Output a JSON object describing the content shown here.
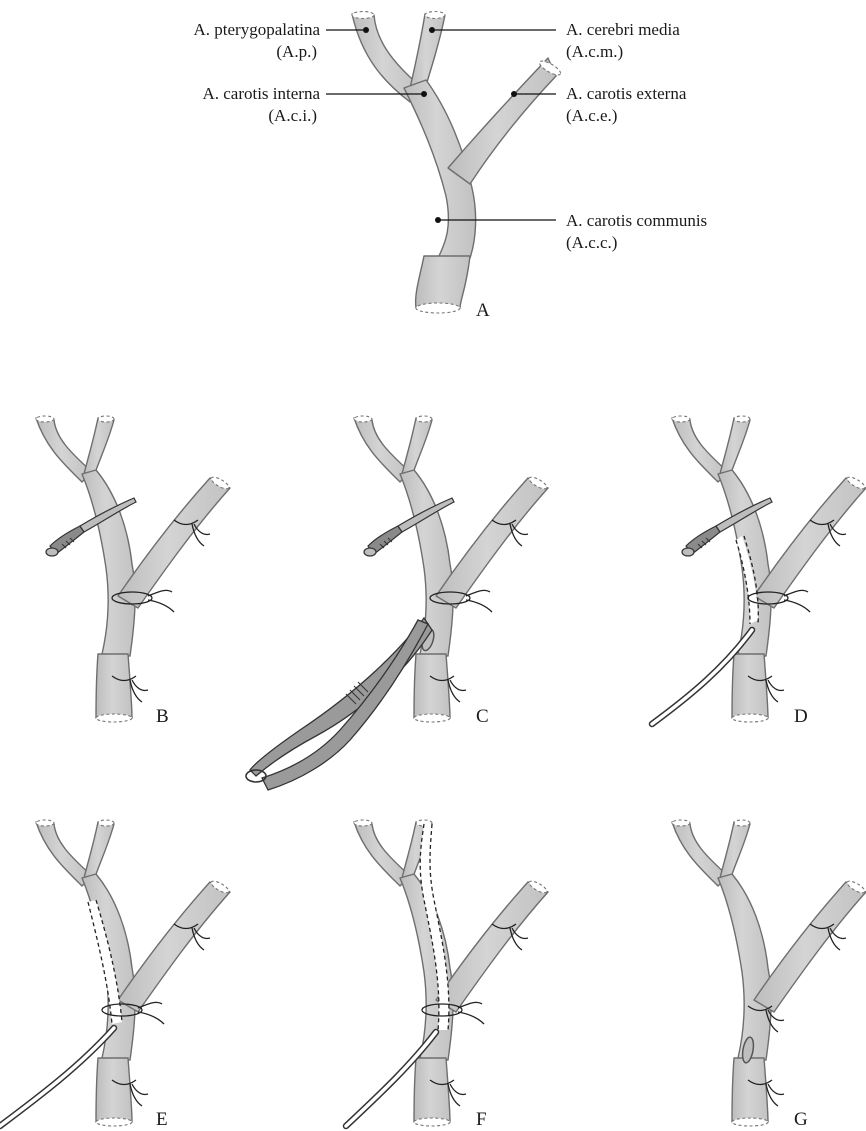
{
  "figure_A": {
    "labels": {
      "pterygopalatina_name": "A. pterygopalatina",
      "pterygopalatina_abbr": "(A.p.)",
      "carotis_interna_name": "A. carotis interna",
      "carotis_interna_abbr": "(A.c.i.)",
      "cerebri_media_name": "A. cerebri media",
      "cerebri_media_abbr": "(A.c.m.)",
      "carotis_externa_name": "A. carotis externa",
      "carotis_externa_abbr": "(A.c.e.)",
      "carotis_communis_name": "A. carotis communis",
      "carotis_communis_abbr": "(A.c.c.)"
    },
    "panel_letter": "A"
  },
  "panels": {
    "B": "B",
    "C": "C",
    "D": "D",
    "E": "E",
    "F": "F",
    "G": "G"
  },
  "colors": {
    "vessel_light": "#ececec",
    "vessel_mid": "#cfcfcf",
    "vessel_dark": "#b8b8b8",
    "outline": "#6e6e6e"
  }
}
